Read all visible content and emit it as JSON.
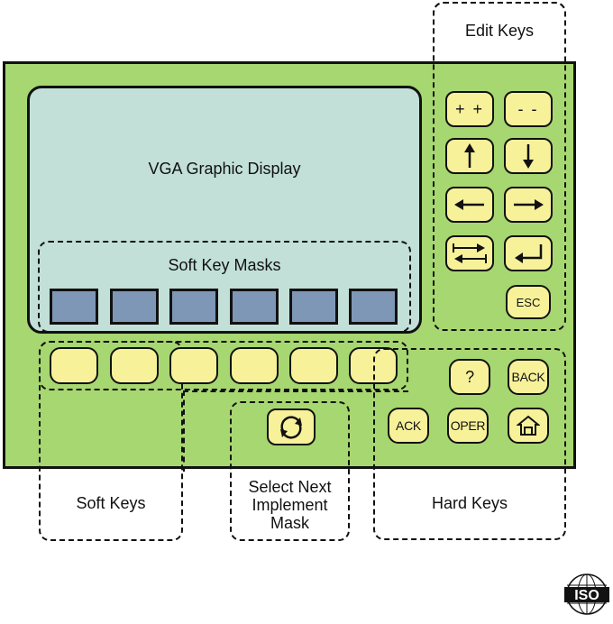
{
  "display": {
    "title": "VGA Graphic Display",
    "soft_key_masks_label": "Soft Key Masks"
  },
  "groups": {
    "edit_keys": "Edit Keys",
    "soft_keys": "Soft Keys",
    "select_next_implement_mask": [
      "Select Next",
      "Implement",
      "Mask"
    ],
    "hard_keys": "Hard Keys"
  },
  "edit_keys": {
    "plus": "+ +",
    "minus": "- -",
    "esc": "ESC"
  },
  "hard_keys": {
    "help": "?",
    "back": "BACK",
    "ack": "ACK",
    "oper": "OPER"
  },
  "logo": {
    "text": "ISO"
  },
  "colors": {
    "panel": "#a7d770",
    "display": "#c2e0d8",
    "key": "#f7f19a",
    "soft_key_mask": "#7f97b6"
  }
}
